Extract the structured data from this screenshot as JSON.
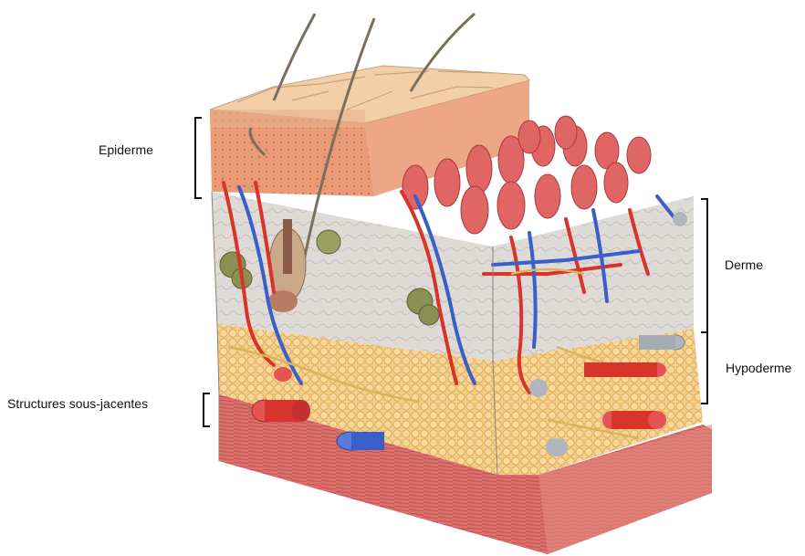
{
  "labels": {
    "epiderme": "Epiderme",
    "derme": "Derme",
    "hypoderme": "Hypoderme",
    "structures": "Structures sous-jacentes"
  },
  "colors": {
    "epidermis": "#e89a78",
    "epidermis_top": "#f0c79e",
    "dermis": "#d9d4cf",
    "fat": "#f0c277",
    "muscle": "#d9706c",
    "artery": "#d9342b",
    "vein": "#3a5fc8",
    "nerve": "#d8b45a",
    "gland": "#8a8f52"
  }
}
